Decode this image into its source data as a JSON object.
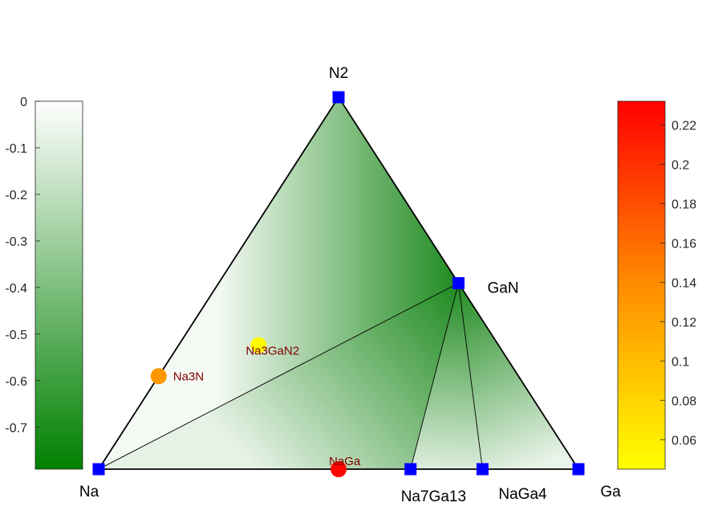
{
  "chart_data": {
    "type": "ternary_phase_diagram",
    "vertices": {
      "N2": {
        "label": "N2"
      },
      "Na": {
        "label": "Na"
      },
      "Ga": {
        "label": "Ga"
      }
    },
    "stable_phases": [
      {
        "name": "N2",
        "label": "N2",
        "x_N": 1.0,
        "x_Ga": 0.0,
        "energy": 0.0
      },
      {
        "name": "Na",
        "label": "Na",
        "x_N": 0.0,
        "x_Ga": 0.0,
        "energy": 0.0
      },
      {
        "name": "Ga",
        "label": "Ga",
        "x_N": 0.0,
        "x_Ga": 1.0,
        "energy": 0.0
      },
      {
        "name": "GaN",
        "label": "GaN",
        "x_N": 0.5,
        "x_Ga": 0.5,
        "energy": -0.78
      },
      {
        "name": "Na7Ga13",
        "label": "Na7Ga13",
        "x_N": 0.0,
        "x_Ga": 0.65,
        "energy": -0.1
      },
      {
        "name": "NaGa4",
        "label": "NaGa4",
        "x_N": 0.0,
        "x_Ga": 0.8,
        "energy": -0.08
      }
    ],
    "tie_lines": [
      [
        "N2",
        "Na"
      ],
      [
        "N2",
        "GaN"
      ],
      [
        "GaN",
        "Ga"
      ],
      [
        "Na",
        "Ga"
      ],
      [
        "Na",
        "GaN"
      ],
      [
        "GaN",
        "Na7Ga13"
      ],
      [
        "GaN",
        "NaGa4"
      ]
    ],
    "unstable_phases": [
      {
        "name": "Na3N",
        "label": "Na3N",
        "x_N": 0.25,
        "x_Ga": 0.0,
        "e_above_hull": 0.13
      },
      {
        "name": "Na3GaN2",
        "label": "Na3GaN2",
        "x_N": 0.3333,
        "x_Ga": 0.1667,
        "e_above_hull": 0.05
      },
      {
        "name": "NaGa",
        "label": "NaGa",
        "x_N": 0.0,
        "x_Ga": 0.5,
        "e_above_hull": 0.23
      }
    ],
    "colorbar_energy": {
      "label": "",
      "range": [
        -0.79,
        0
      ],
      "ticks": [
        "0",
        "-0.1",
        "-0.2",
        "-0.3",
        "-0.4",
        "-0.5",
        "-0.6",
        "-0.7"
      ],
      "color_low": "#008000",
      "color_high": "#ffffff"
    },
    "colorbar_instability": {
      "label": "",
      "range": [
        0.045,
        0.232
      ],
      "ticks": [
        "0.22",
        "0.2",
        "0.18",
        "0.16",
        "0.14",
        "0.12",
        "0.1",
        "0.08",
        "0.06"
      ],
      "color_low": "#ffff00",
      "color_mid": "#ff8c00",
      "color_high": "#ff0000"
    },
    "colors": {
      "stable_marker": "#0000ff",
      "unstable_label": "#7f0000",
      "tie_line": "#000000"
    }
  }
}
